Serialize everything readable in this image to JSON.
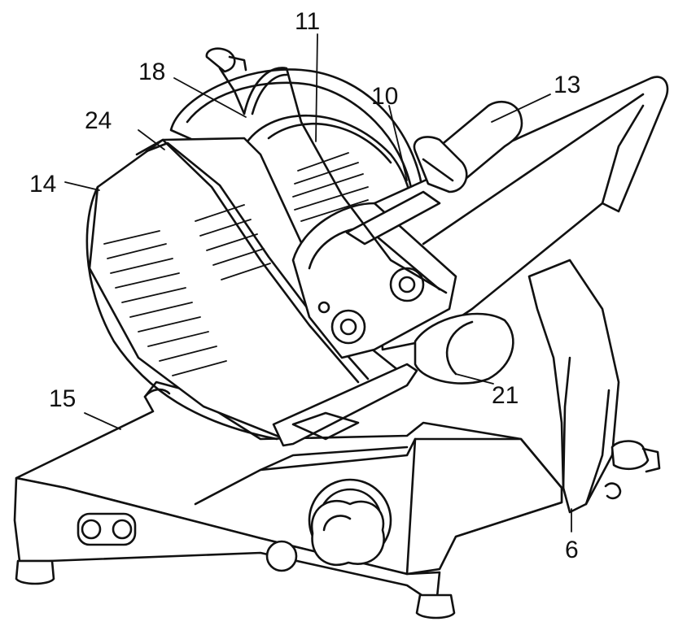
{
  "figure": {
    "callouts": [
      {
        "id": "c11",
        "text": "11"
      },
      {
        "id": "c18",
        "text": "18"
      },
      {
        "id": "c10",
        "text": "10"
      },
      {
        "id": "c13",
        "text": "13"
      },
      {
        "id": "c24",
        "text": "24"
      },
      {
        "id": "c14",
        "text": "14"
      },
      {
        "id": "c21",
        "text": "21"
      },
      {
        "id": "c15",
        "text": "15"
      },
      {
        "id": "c6",
        "text": "6"
      }
    ]
  }
}
